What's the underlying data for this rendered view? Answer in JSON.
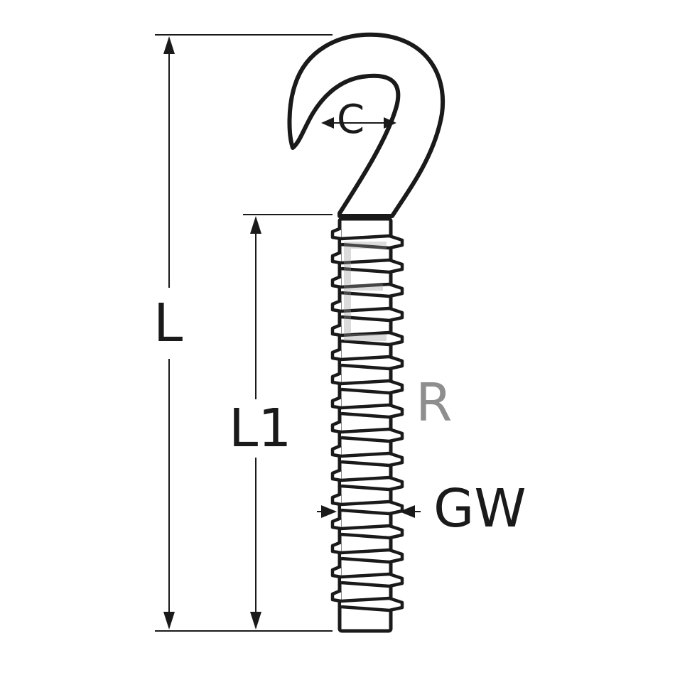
{
  "labels": {
    "total_length": "L",
    "thread_length": "L1",
    "hook_opening": "C",
    "thread_diameter": "GW",
    "brand_mark": "R"
  },
  "colors": {
    "line": "#1a1a1a",
    "background": "#ffffff",
    "watermark": "#8e8e8e"
  }
}
